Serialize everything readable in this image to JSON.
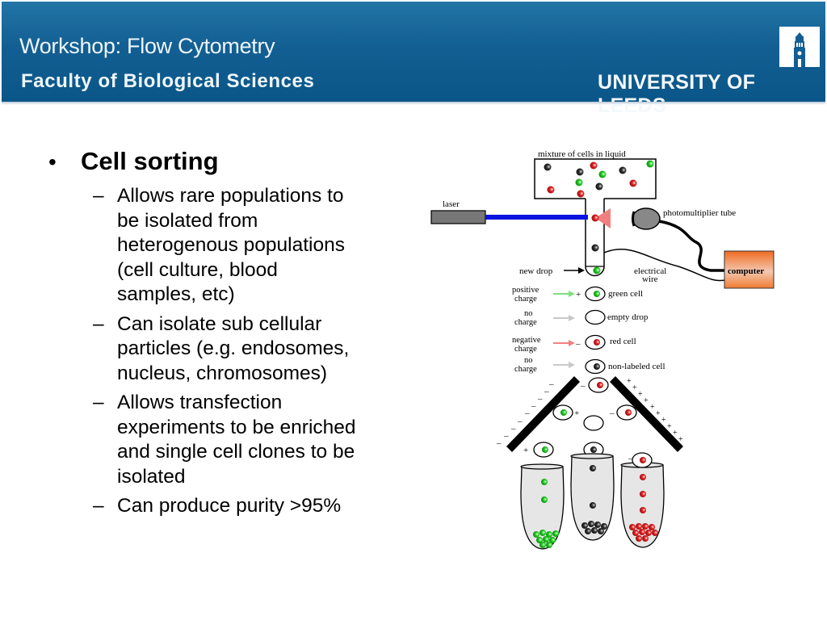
{
  "header": {
    "title": "Workshop: Flow Cytometry",
    "subtitle": "Faculty of Biological Sciences",
    "institution": "UNIVERSITY OF LEEDS",
    "logo_icon": "university-tower-icon",
    "background_color": "#135f93"
  },
  "content": {
    "heading_bullet": "•",
    "heading": "Cell sorting",
    "dash": "–",
    "points": [
      "Allows rare populations to be isolated from heterogenous populations (cell culture, blood samples, etc)",
      "Can isolate sub cellular particles (e.g. endosomes, nucleus, chromosomes)",
      "Allows transfection experiments to be enriched and single cell clones to be isolated",
      "Can produce purity >95%"
    ],
    "points_lines": [
      [
        "Allows rare populations to",
        "be isolated from",
        "heterogenous populations",
        "(cell culture, blood",
        "samples, etc)"
      ],
      [
        "Can isolate sub cellular",
        "particles (e.g. endosomes,",
        "nucleus, chromosomes)"
      ],
      [
        "Allows transfection",
        "experiments to be enriched",
        "and single cell clones to be",
        "isolated"
      ],
      [
        "Can produce purity >95%"
      ]
    ]
  },
  "diagram": {
    "labels": {
      "mixture": "mixture of cells in liquid",
      "laser": "laser",
      "pmt": "photomultiplier tube",
      "new_drop": "new drop",
      "electrical_wire_1": "electrical",
      "electrical_wire_2": "wire",
      "computer": "computer",
      "positive_1": "positive",
      "positive_2": "charge",
      "no_1": "no",
      "no_2": "charge",
      "negative_1": "negative",
      "negative_2": "charge",
      "no2_1": "no",
      "no2_2": "charge",
      "green_cell": "green cell",
      "empty_drop": "empty drop",
      "red_cell": "red cell",
      "non_labeled": "non-labeled cell",
      "plus": "+",
      "minus": "–"
    },
    "colors": {
      "green": "#22cc22",
      "red": "#e02020",
      "black": "#222222",
      "laser_beam": "#0a14e0",
      "computer": "#f07a30",
      "tube_fill": "#e6e6e6"
    }
  }
}
